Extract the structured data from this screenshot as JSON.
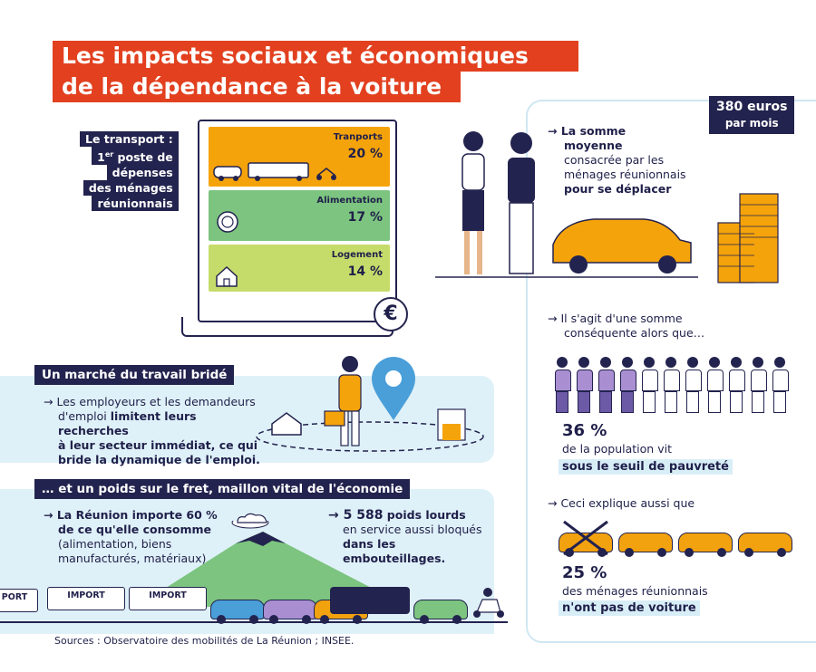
{
  "title": {
    "line1": "Les impacts sociaux et économiques",
    "line2": "de la dépendance à la voiture"
  },
  "transport_label": {
    "l1": "Le transport :",
    "l2_sup": "er",
    "l2_num": "1",
    "l2_rest": " poste de",
    "l3": "dépenses",
    "l4": "des ménages",
    "l5": "réunionnais"
  },
  "budget": [
    {
      "label": "Tranports",
      "pct_text": "20 %",
      "value": 20,
      "color": "#f5a30b"
    },
    {
      "label": "Alimentation",
      "pct_text": "17 %",
      "value": 17,
      "color": "#7cc47f"
    },
    {
      "label": "Logement",
      "pct_text": "14 %",
      "value": 14,
      "color": "#c5dc6a"
    }
  ],
  "euro_symbol": "€",
  "cost": {
    "badge_l1": "380 euros",
    "badge_l2": "par mois",
    "t1": "La somme",
    "t2": "moyenne",
    "t3": "consacrée par les",
    "t4": "ménages réunionnais",
    "t5": "pour se déplacer"
  },
  "poverty": {
    "intro1": "Il s'agit d'une somme",
    "intro2": "conséquente alors que…",
    "pct": "36 %",
    "t1": "de la population vit",
    "t2": "sous le seuil de pauvreté",
    "count_highlighted": 4,
    "count_total": 11
  },
  "cars": {
    "intro": "Ceci explique aussi que",
    "pct": "25 %",
    "t1": "des ménages réunionnais",
    "t2": "n'ont pas de voiture"
  },
  "labour": {
    "heading": "Un marché du travail bridé",
    "t1": "Les employeurs et les demandeurs",
    "t2a": "d'emploi ",
    "t2b": "limitent leurs recherches",
    "t3": "à leur secteur immédiat, ce qui",
    "t4": "bride la dynamique de l'emploi."
  },
  "freight": {
    "heading": "… et un poids sur le fret, maillon vital de l'économie",
    "a1": "La Réunion importe 60 %",
    "a2": "de ce qu'elle consomme",
    "a3": "(alimentation, biens",
    "a4": "manufacturés, matériaux).",
    "b1": "5 588",
    "b1b": " poids lourds",
    "b2": "en service aussi bloqués",
    "b3": "dans les embouteillages.",
    "truck_labels": [
      "PORT",
      "IMPORT",
      "IMPORT"
    ]
  },
  "sources": "Sources : Observatoire des mobilités de La Réunion ; INSEE.",
  "colors": {
    "orange_red": "#e2401f",
    "navy": "#23234f",
    "light_blue": "#dff1f8",
    "gold": "#f5a30b"
  }
}
